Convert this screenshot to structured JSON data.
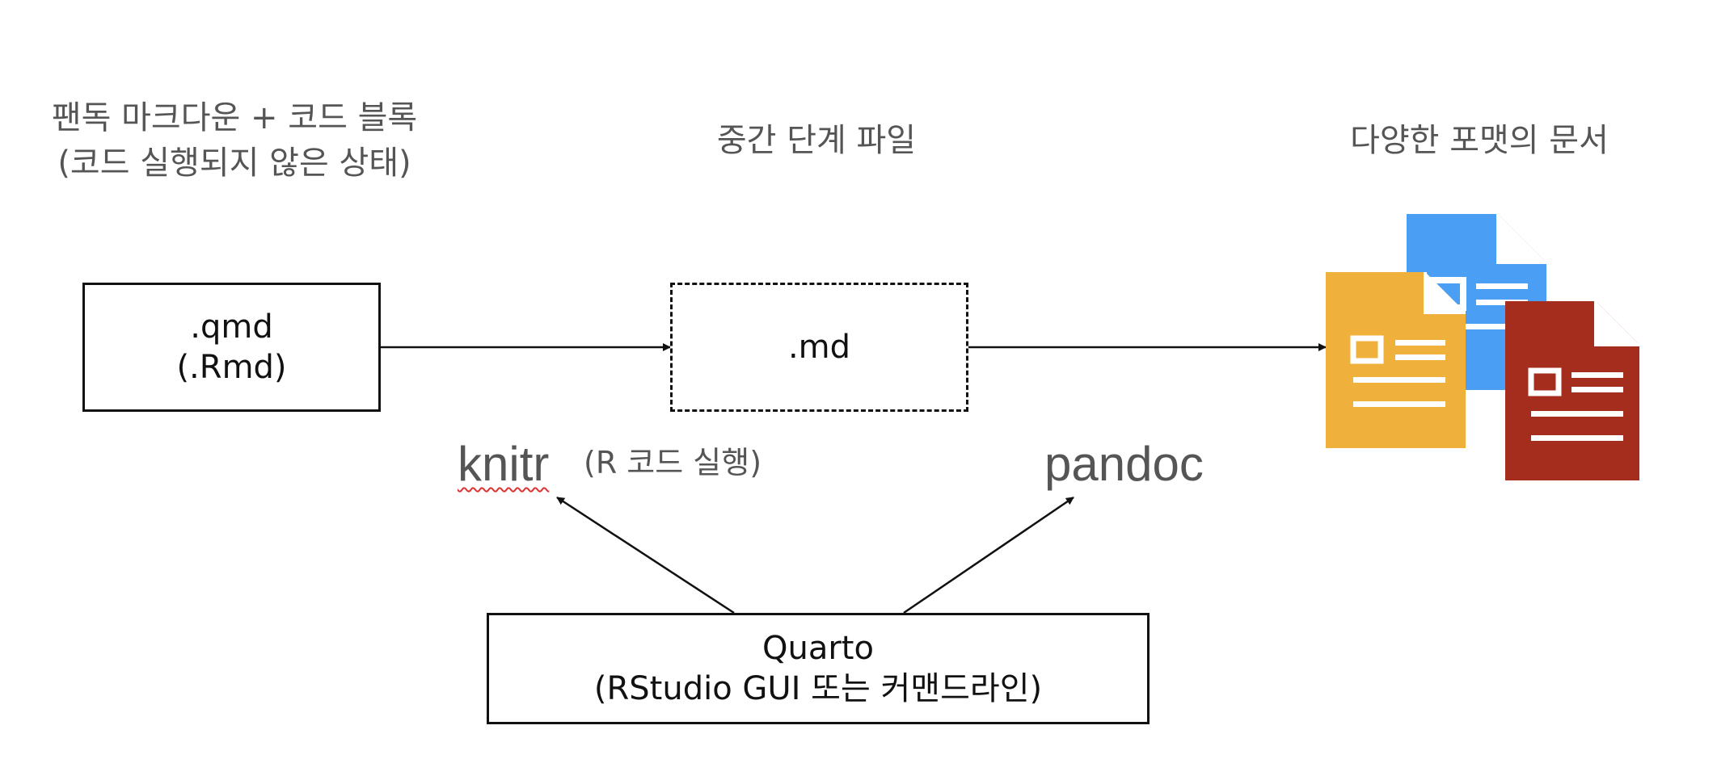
{
  "headings": {
    "source_line1": "팬독 마크다운 + 코드 블록",
    "source_line2": "(코드 실행되지 않은 상태)",
    "intermediate": "중간 단계 파일",
    "output": "다양한 포맷의 문서"
  },
  "boxes": {
    "qmd_line1": ".qmd",
    "qmd_line2": "(.Rmd)",
    "md": ".md",
    "quarto_line1": "Quarto",
    "quarto_line2": "(RStudio GUI 또는 커맨드라인)"
  },
  "tools": {
    "knitr": "knitr",
    "knitr_note": "(R 코드 실행)",
    "pandoc": "pandoc"
  },
  "colors": {
    "doc_orange": "#F0B13C",
    "doc_blue": "#4A9EF4",
    "doc_red": "#A52D1D",
    "line": "#111111",
    "text_gray": "#555555"
  }
}
